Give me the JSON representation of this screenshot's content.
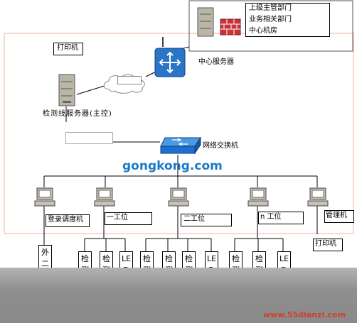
{
  "top_departments": [
    "上级主管部门",
    "业务相关部门",
    "中心机房"
  ],
  "central_server_label": "中心服务器",
  "printer_top_label": "打印机",
  "detect_server_label": "检测线服务器(主控)",
  "switch_label": "网络交换机",
  "watermark_center": "gongkong.com",
  "stations": {
    "login": "登录调度机",
    "station_1": "一工位",
    "station_2": "二工位",
    "station_n": "n 工位",
    "manager": "管理机"
  },
  "printer_bottom_label": "打印机",
  "bottom_devices": {
    "ext": "外二",
    "detect": "检测",
    "led": "LED显"
  },
  "watermark_bottom": "www.55dianzi.com",
  "colors": {
    "frame_border": "#f0b39a",
    "watermark_blue": "#1a7ac7",
    "watermark_red": "#d33c2b",
    "footer_gray": "#8f8f8f",
    "switch_blue": "#1e6fd0"
  }
}
